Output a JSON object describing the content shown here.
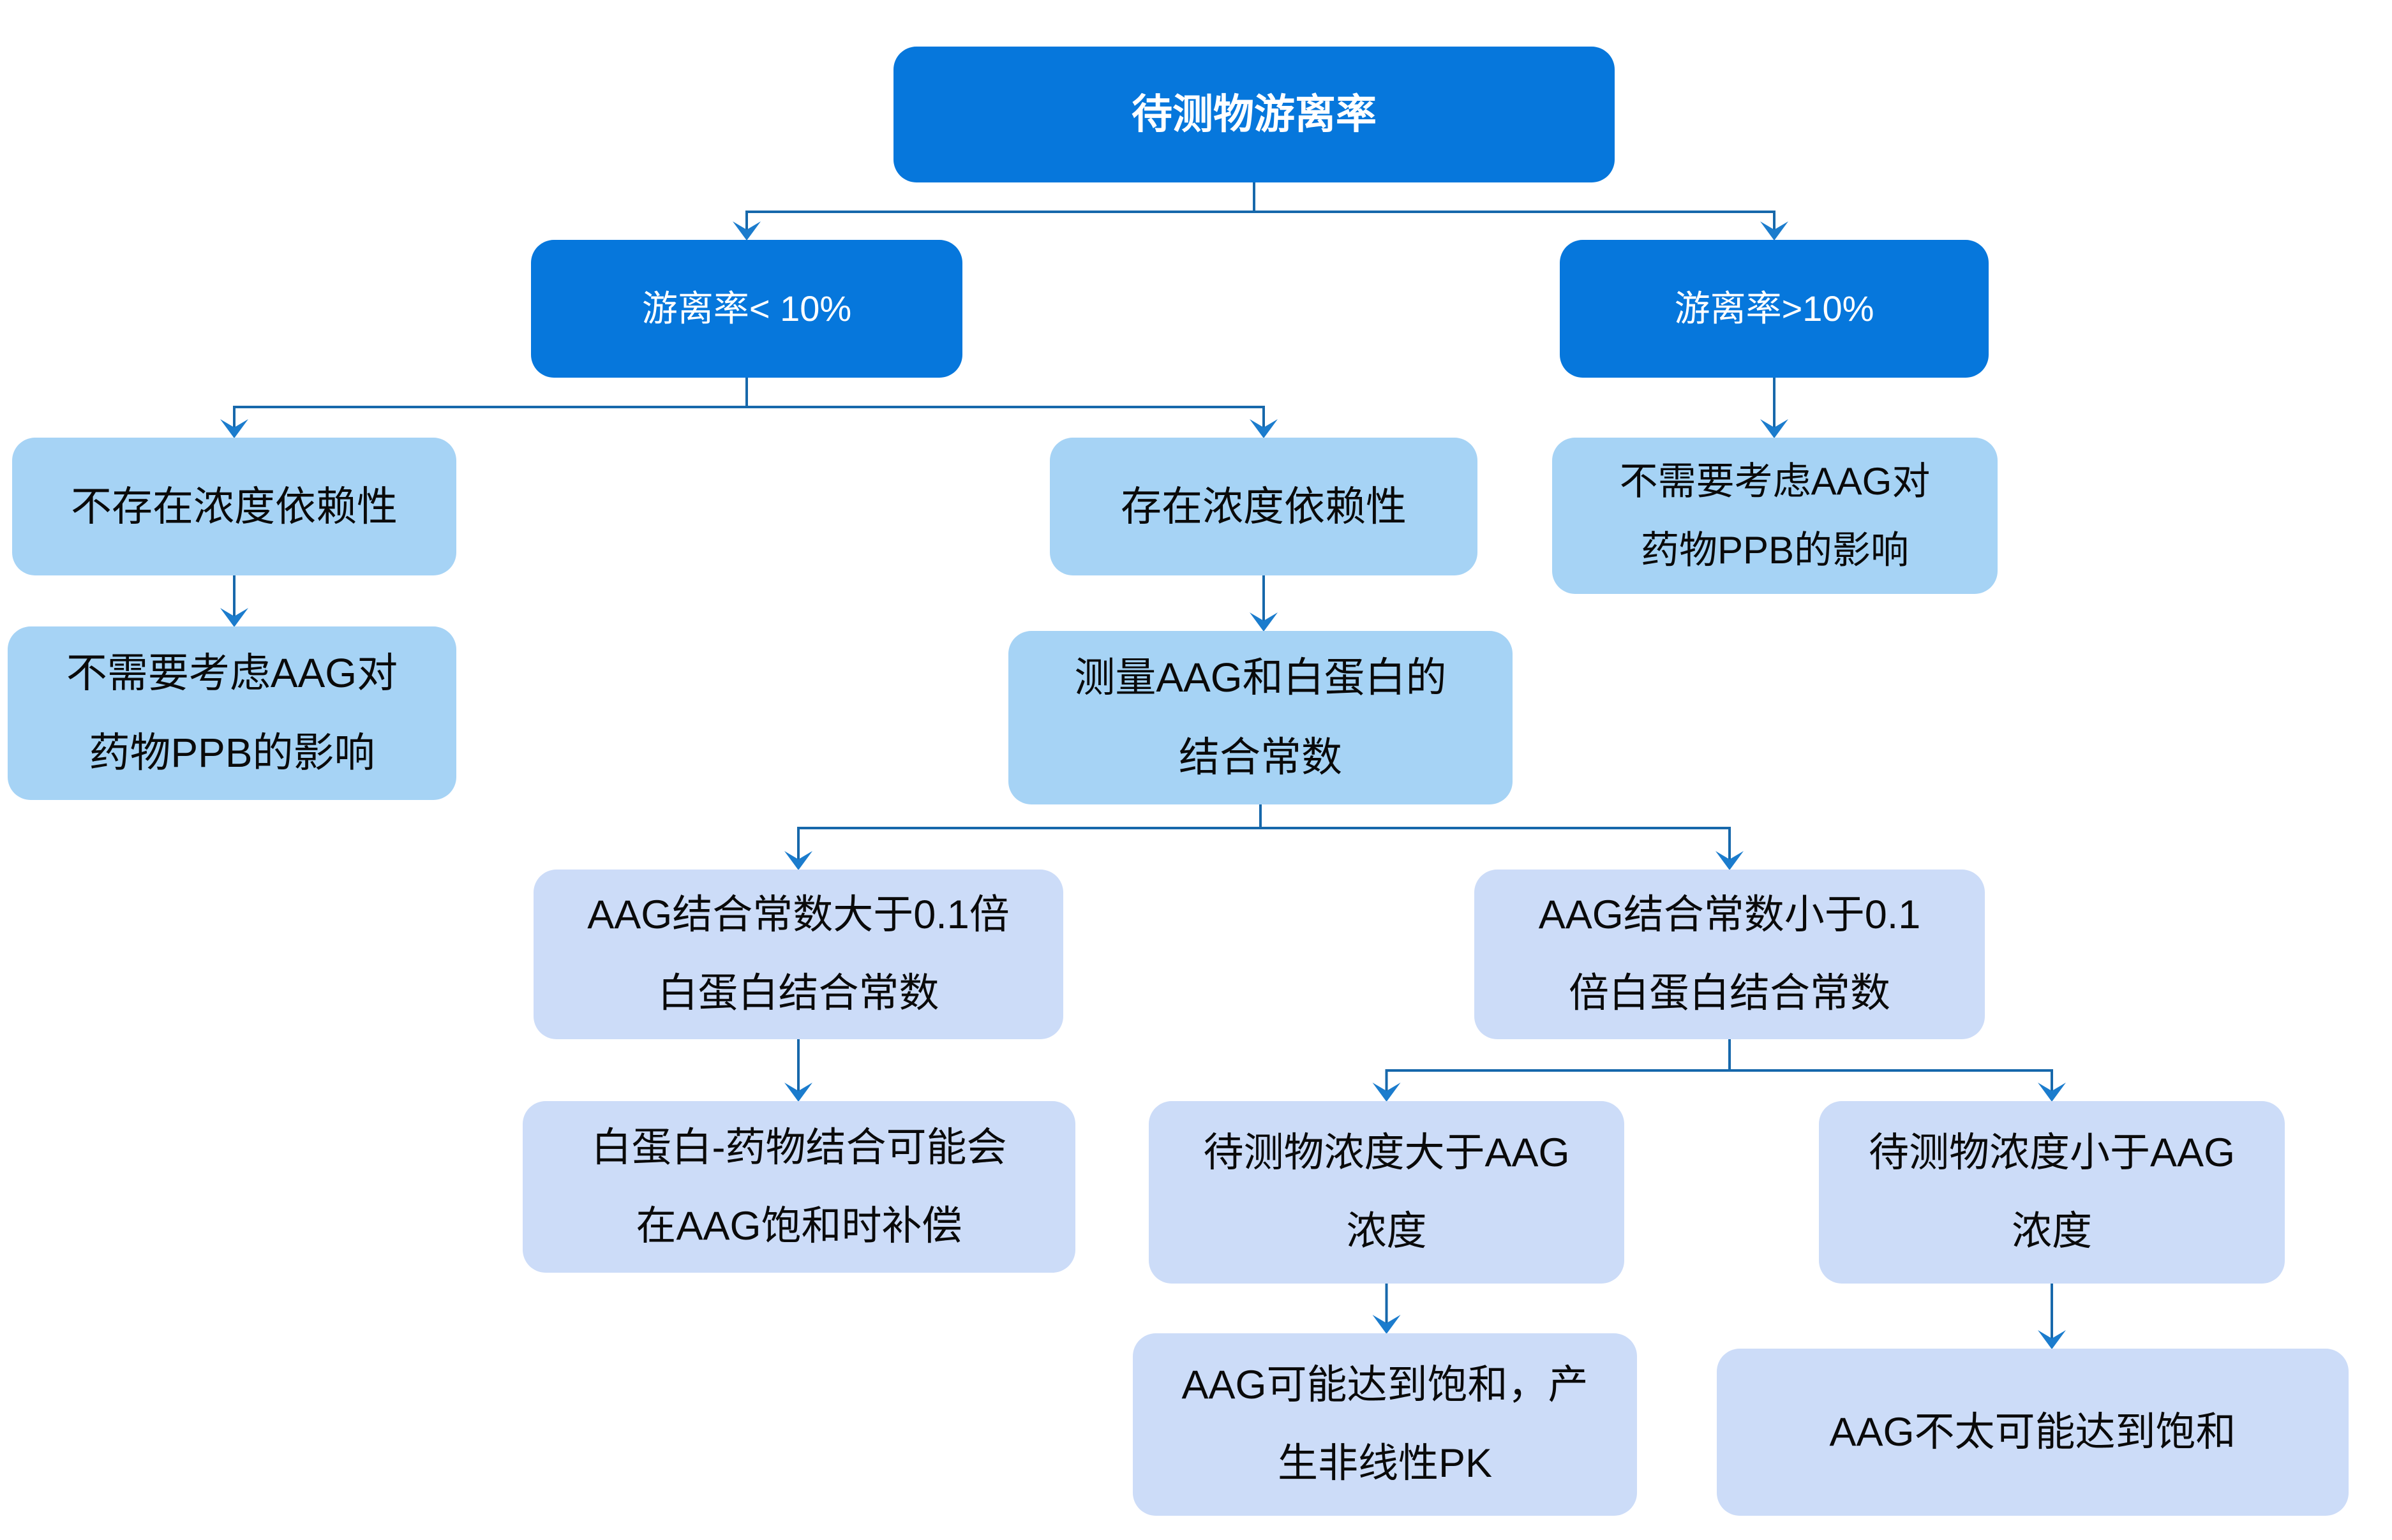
{
  "colors": {
    "primary_blue": "#0677dc",
    "light_sky_blue": "#a6d3f5",
    "light_periwinkle": "#ccdcf8",
    "connector_line": "#1768ab",
    "arrowhead": "#1b7ccd",
    "text_on_dark": "#ffffff",
    "text_on_light": "#0a0a0a",
    "background": "#ffffff"
  },
  "flowchart": {
    "nodes": {
      "root": {
        "label": "待测物游离率"
      },
      "free_lt_10": {
        "label": "游离率< 10%"
      },
      "free_gt_10": {
        "label": "游离率>10%"
      },
      "no_conc_dep": {
        "label": "不存在浓度依赖性"
      },
      "conc_dep": {
        "label": "存在浓度依赖性"
      },
      "no_aag_right": {
        "lines": [
          "不需要考虑AAG对",
          "药物PPB的影响"
        ]
      },
      "no_aag_left": {
        "lines": [
          "不需要考虑AAG对",
          "药物PPB的影响"
        ]
      },
      "measure": {
        "lines": [
          "测量AAG和白蛋白的",
          "结合常数"
        ]
      },
      "aag_gt_01x": {
        "lines": [
          "AAG结合常数大于0.1倍",
          "白蛋白结合常数"
        ]
      },
      "aag_lt_01x": {
        "lines": [
          "AAG结合常数小于0.1",
          "倍白蛋白结合常数"
        ]
      },
      "albumin_comp": {
        "lines": [
          "白蛋白-药物结合可能会",
          "在AAG饱和时补偿"
        ]
      },
      "conc_gt_aag": {
        "lines": [
          "待测物浓度大于AAG",
          "浓度"
        ]
      },
      "conc_lt_aag": {
        "lines": [
          "待测物浓度小于AAG",
          "浓度"
        ]
      },
      "aag_saturate": {
        "lines": [
          "AAG可能达到饱和，产",
          "生非线性PK"
        ]
      },
      "aag_unlikely": {
        "label": "AAG不太可能达到饱和"
      }
    }
  }
}
